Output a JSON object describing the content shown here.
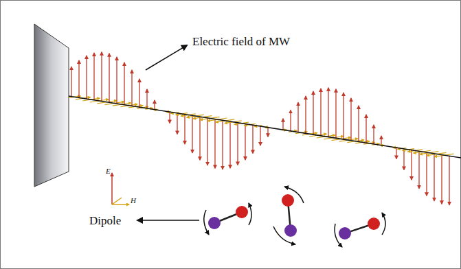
{
  "diagram": {
    "labels": [
      "Electric field of MW",
      "Dipole",
      "E",
      "H"
    ]
  }
}
